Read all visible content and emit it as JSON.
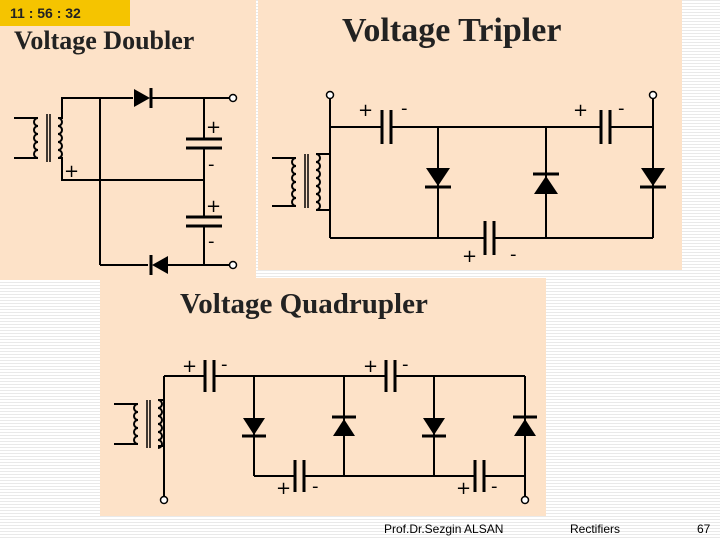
{
  "slide": {
    "clock": "11  : 56 : 32",
    "doubler_title": "Voltage Doubler",
    "tripler_title": "Voltage Tripler",
    "quadrupler_title": "Voltage Quadrupler"
  },
  "signs": {
    "plus": "+",
    "minus": "-"
  },
  "footer": {
    "author": "Prof.Dr.Sezgin ALSAN",
    "topic": "Rectifiers",
    "page": "67"
  },
  "colors": {
    "panel_bg": "#fde2c8",
    "badge_bg": "#f5c400",
    "wire": "#000000"
  }
}
